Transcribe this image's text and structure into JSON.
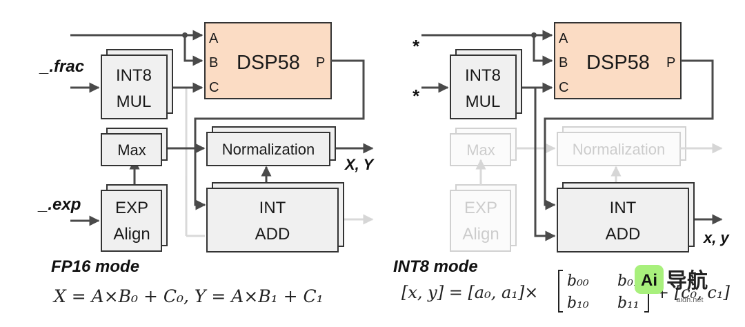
{
  "left": {
    "dsp": {
      "title": "DSP58",
      "port_a": "A",
      "port_b": "B",
      "port_c": "C",
      "port_p": "P"
    },
    "mul": {
      "line1": "INT8",
      "line2": "MUL"
    },
    "max": "Max",
    "norm": "Normalization",
    "exp": {
      "line1": "EXP",
      "line2": "Align"
    },
    "add": {
      "line1": "INT",
      "line2": "ADD"
    },
    "in_frac": "_.frac",
    "in_exp": "_.exp",
    "out": "X, Y",
    "mode": "FP16 mode",
    "formula": "X = A×B₀ + C₀, Y = A×B₁ + C₁"
  },
  "right": {
    "dsp": {
      "title": "DSP58",
      "port_a": "A",
      "port_b": "B",
      "port_c": "C",
      "port_p": "P"
    },
    "mul": {
      "line1": "INT8",
      "line2": "MUL"
    },
    "max": "Max",
    "norm": "Normalization",
    "exp": {
      "line1": "EXP",
      "line2": "Align"
    },
    "add": {
      "line1": "INT",
      "line2": "ADD"
    },
    "in_top": "*",
    "in_mid": "*",
    "out": "x, y",
    "mode": "INT8 mode",
    "formula_lhs": "[x, y] = [a₀, a₁]×",
    "m00": "b₀₀",
    "m01": "b₀₁",
    "m10": "b₁₀",
    "m11": "b₁₁",
    "formula_rhs": "+ [c₀, c₁]"
  },
  "watermark": {
    "logo": "Ai",
    "cn": "导航",
    "site": "aidh.net"
  },
  "colors": {
    "dsp_fill": "#fbdcc4",
    "box_fill": "#f0f0f0",
    "line": "#4a4a4a",
    "text": "#1a1a1a"
  }
}
